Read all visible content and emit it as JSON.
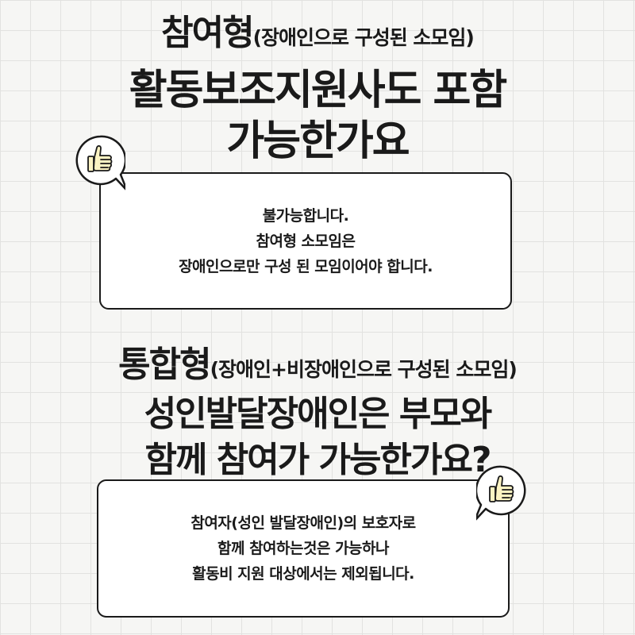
{
  "section1": {
    "title_main": "참여형",
    "title_paren": "(장애인으로 구성된 소모임)",
    "question_line1": "활동보조지원사도 포함",
    "question_line2": "가능한가요",
    "answer": [
      "불가능합니다.",
      "참여형 소모임은",
      "장애인으로만 구성 된 모임이어야 합니다."
    ],
    "icon": "thumbs-up-icon"
  },
  "section2": {
    "title_main": "통합형",
    "title_paren": "(장애인+비장애인으로 구성된 소모임)",
    "question_line1": "성인발달장애인은 부모와",
    "question_line2": "함께 참여가 가능한가요?",
    "answer": [
      "참여자(성인 발달장애인)의 보호자로",
      "함께 참여하는것은 가능하나",
      "활동비 지원 대상에서는 제외됩니다."
    ],
    "icon": "thumbs-up-icon"
  },
  "colors": {
    "background": "#f6f6f4",
    "grid": "#e2e2e0",
    "text": "#1a1a1a",
    "bubble": "#ffffff",
    "thumb_fill": "#fbf3c2"
  }
}
